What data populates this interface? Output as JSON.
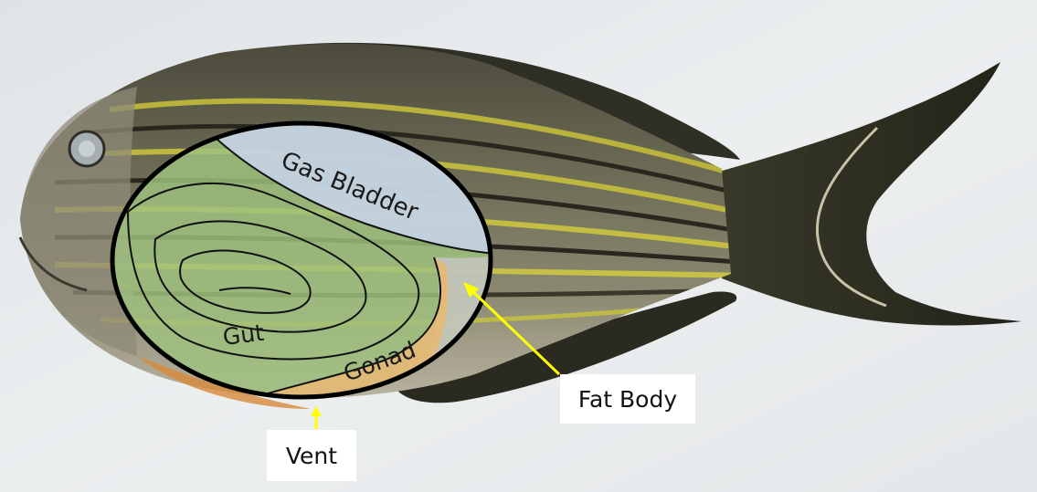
{
  "diagram": {
    "organ_labels": {
      "gas_bladder": "Gas Bladder",
      "gut": "Gut",
      "gonad": "Gonad"
    },
    "callouts": {
      "fat_body": "Fat Body",
      "vent": "Vent"
    },
    "colors": {
      "background": "#e9ecee",
      "gut_overlay": "#9fc27f",
      "gas_bladder_overlay": "#c7d3e6",
      "gonad_overlay": "#e4b877",
      "arrow": "#ffff00",
      "outline": "#000000"
    }
  }
}
